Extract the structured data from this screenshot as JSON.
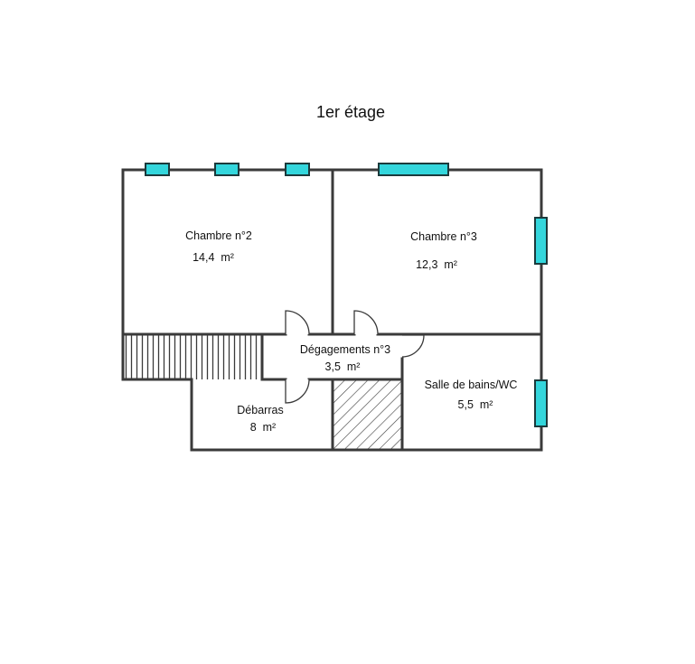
{
  "title": "1er étage",
  "rooms": [
    {
      "name": "Chambre n°2",
      "area": "14,4  m²"
    },
    {
      "name": "Chambre n°3",
      "area": "12,3  m²"
    },
    {
      "name": "Dégagements n°3",
      "area": "3,5  m²"
    },
    {
      "name": "Salle de bains/WC",
      "area": "5,5  m²"
    },
    {
      "name": "Débarras",
      "area": "8  m²"
    }
  ],
  "colors": {
    "wall": "#3a3a3a",
    "window_fill": "#33d6dc",
    "window_stroke": "#1b3a3c",
    "hatch": "#3a3a3a",
    "background": "#ffffff"
  }
}
